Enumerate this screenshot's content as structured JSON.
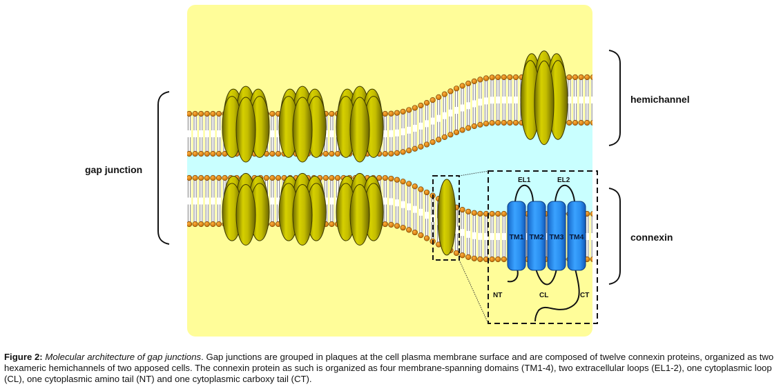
{
  "diagram": {
    "labels": {
      "gap_junction": "gap junction",
      "hemichannel": "hemichannel",
      "connexin": "connexin"
    },
    "connexin_detail": {
      "domains": [
        "TM1",
        "TM2",
        "TM3",
        "TM4"
      ],
      "extracellular_loops": [
        "EL1",
        "EL2"
      ],
      "cytoplasmic_loop": "CL",
      "amino_tail": "NT",
      "carboxy_tail": "CT"
    },
    "colors": {
      "cytoplasm": "#fffd99",
      "extracellular": "#c9ffff",
      "lipid_head": "#d97a00",
      "connexin_channel": "#c8c000",
      "connexin_protein": "#2a8ff0"
    }
  },
  "caption": {
    "figure_number": "Figure 2:",
    "figure_title": "Molecular architecture of gap junctions",
    "text": ". Gap junctions are grouped in plaques at the cell plasma membrane surface and are composed of twelve connexin proteins, organized as two hexameric hemichannels of two apposed cells. The connexin protein as such is organized as four membrane-spanning domains (TM1-4), two extracellular loops (EL1-2), one cytoplasmic loop (CL), one cytoplasmic amino tail (NT) and one cytoplasmic carboxy tail (CT)."
  }
}
